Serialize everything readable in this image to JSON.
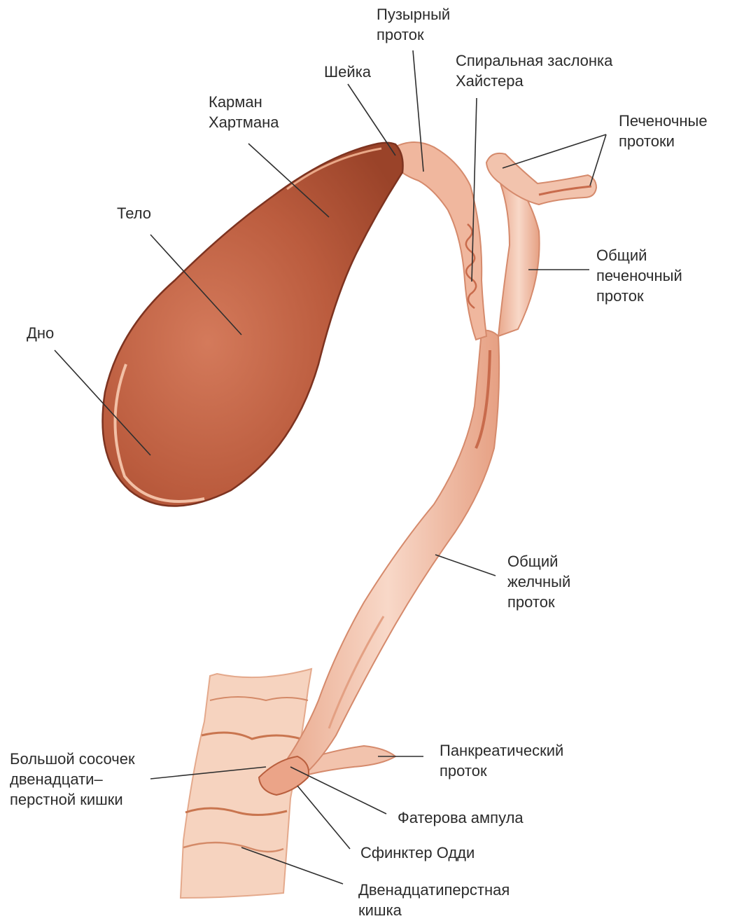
{
  "colors": {
    "gallbladder": "#b9583a",
    "gallbladder_dark": "#8e3b25",
    "duct": "#f2c3ad",
    "duct_edge": "#d58a6c",
    "duodenum": "#f6d3bf",
    "duodenum_fold": "#c9754f",
    "text": "#2b2b2b",
    "leader": "#2f2f2f"
  },
  "labels": {
    "cystic_duct": "Пузырный\nпроток",
    "spiral_valve": "Спиральная заслонка\nХайстера",
    "neck": "Шейка",
    "hartmann_pouch": "Карман\nХартмана",
    "hepatic_ducts": "Печеночные\nпротоки",
    "body": "Тело",
    "common_hepatic_duct": "Общий\nпеченочный\nпроток",
    "fundus": "Дно",
    "common_bile_duct": "Общий\nжелчный\nпроток",
    "major_papilla": "Большой сосочек\nдвенадцати–\nперстной кишки",
    "pancreatic_duct": "Панкреатический\nпроток",
    "ampulla_vater": "Фатерова ампула",
    "sphincter_oddi": "Сфинктер Одди",
    "duodenum": "Двенадцатиперстная\nкишка"
  }
}
